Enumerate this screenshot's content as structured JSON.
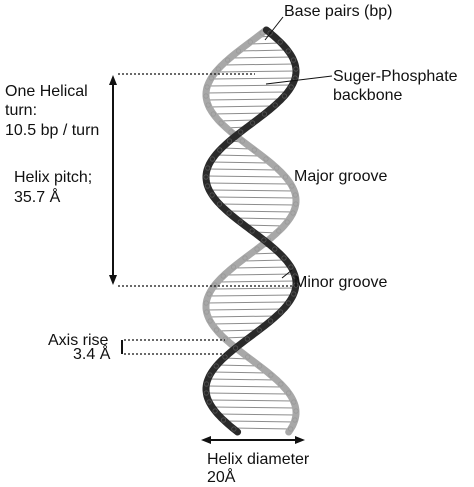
{
  "labels": {
    "base_pairs": "Base pairs (bp)",
    "backbone_line1": "Suger-Phosphate",
    "backbone_line2": "backbone",
    "helical_turn_line1": "One Helical",
    "helical_turn_line2": "turn:",
    "helical_turn_line3": "10.5 bp / turn",
    "helix_pitch_line1": "Helix pitch;",
    "helix_pitch_line2": "35.7 Å",
    "major_groove": "Major groove",
    "minor_groove": "Minor groove",
    "axis_rise_line1": "Axis rise",
    "axis_rise_line2": "3.4 Å",
    "helix_diameter_line1": "Helix diameter",
    "helix_diameter_line2": "20Å"
  },
  "colors": {
    "strand_dark": "#2a2a2a",
    "strand_light": "#a8a8a8",
    "base_pair": "#8c8c8c",
    "annotation": "#111111"
  }
}
